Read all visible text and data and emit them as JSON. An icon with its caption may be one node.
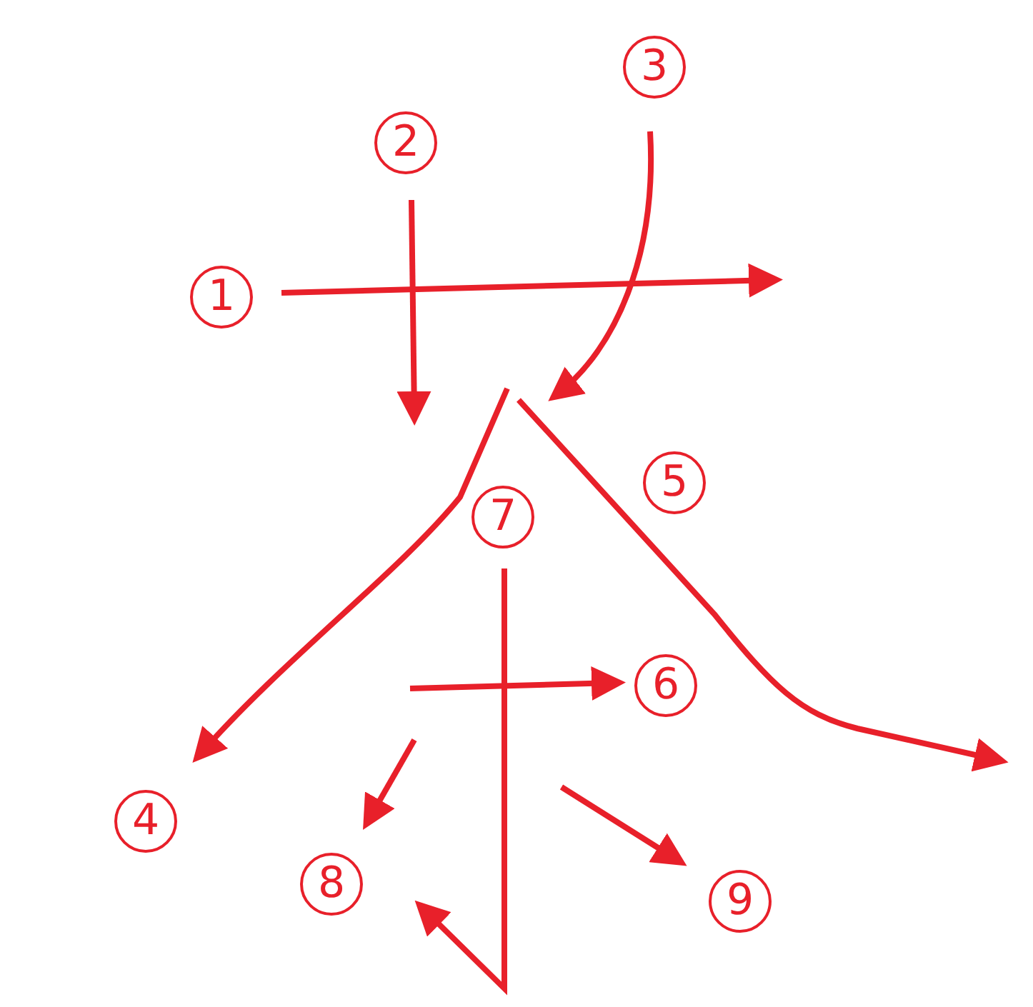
{
  "diagram": {
    "labels": [
      "1",
      "2",
      "3",
      "4",
      "5",
      "6",
      "7",
      "8",
      "9"
    ]
  }
}
